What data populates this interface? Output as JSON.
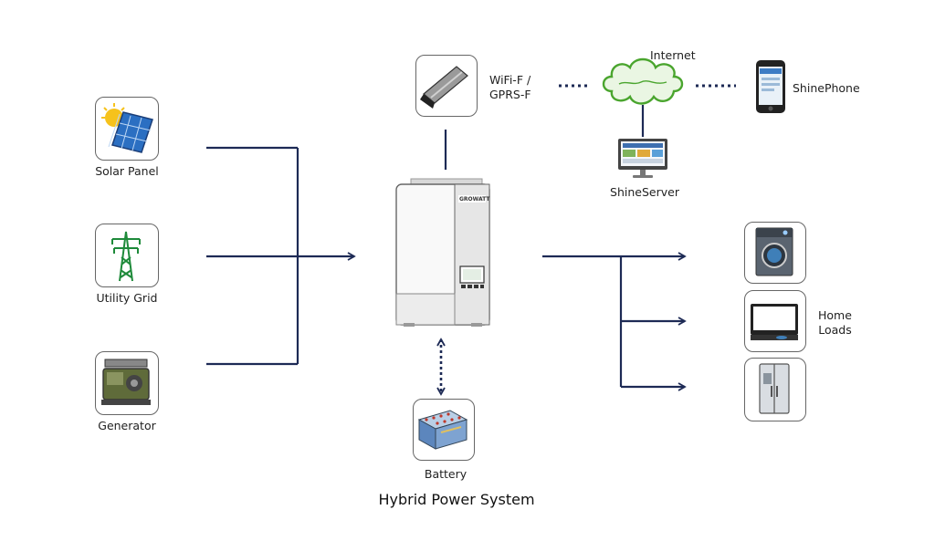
{
  "title": "Hybrid Power System",
  "colors": {
    "line": "#1d2a55",
    "box_border": "#666666",
    "cloud": "#4aa52e"
  },
  "sources": [
    {
      "label": "Solar Panel",
      "icon": "solar-panel-icon"
    },
    {
      "label": "Utility Grid",
      "icon": "utility-grid-icon"
    },
    {
      "label": "Generator",
      "icon": "generator-icon"
    }
  ],
  "inverter": {
    "brand": "GROWATT",
    "icon": "hybrid-inverter-icon"
  },
  "comms": {
    "module": {
      "label_line1": "WiFi-F /",
      "label_line2": "GPRS-F",
      "icon": "wifi-gprs-module-icon"
    },
    "internet": {
      "label": "Internet",
      "icon": "cloud-icon"
    },
    "phone": {
      "label": "ShinePhone",
      "icon": "smartphone-icon"
    },
    "server": {
      "label": "ShineServer",
      "icon": "monitor-icon"
    }
  },
  "battery": {
    "label": "Battery",
    "icon": "battery-icon"
  },
  "loads": {
    "label_line1": "Home",
    "label_line2": "Loads",
    "items": [
      {
        "icon": "washing-machine-icon"
      },
      {
        "icon": "tv-icon"
      },
      {
        "icon": "refrigerator-icon"
      }
    ]
  }
}
